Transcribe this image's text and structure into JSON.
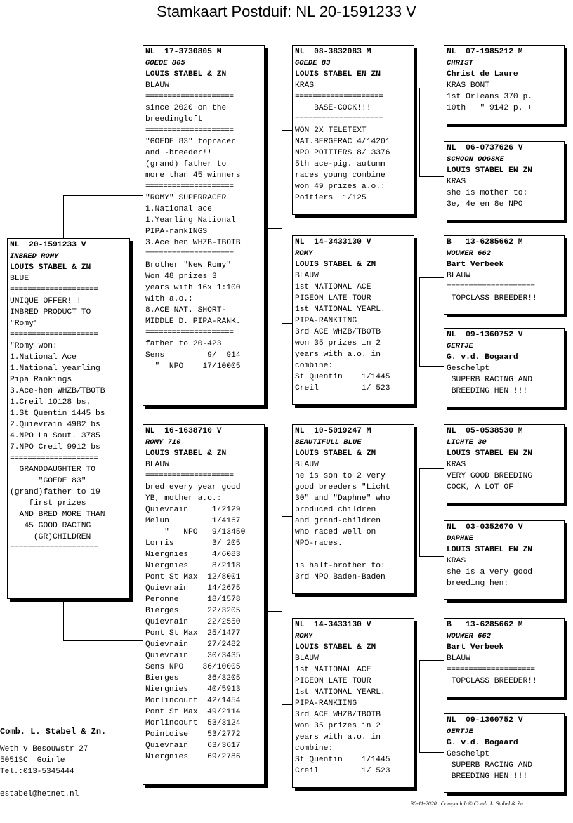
{
  "title": "Stamkaart Postduif: NL  20-1591233 V",
  "cards": {
    "subject": {
      "header": "NL  20-1591233 V",
      "name": "INBRED ROMY",
      "breeder": "LOUIS STABEL & ZN",
      "color": "BLUE",
      "lines": [
        "====================",
        "UNIQUE OFFER!!!",
        "INBRED PRODUCT TO",
        "\"Romy\"",
        "====================",
        "\"Romy won:",
        "1.National Ace",
        "1.National yearling",
        "Pipa Rankings",
        "3.Ace-hen WHZB/TBOTB",
        "1.Creil 10128 bs.",
        "1.St Quentin 1445 bs",
        "2.Quievrain 4982 bs",
        "4.NPO La Sout. 3785",
        "7.NPO Creil 9912 bs",
        "====================",
        "  GRANDDAUGHTER TO",
        "      \"GOEDE 83\"",
        "(grand)father to 19",
        "    first prizes",
        "  AND BRED MORE THAN",
        "   45 GOOD RACING",
        "     (GR)CHILDREN",
        "===================="
      ]
    },
    "father": {
      "header": "NL  17-3730805 M",
      "name": "GOEDE 805",
      "breeder": "LOUIS STABEL & ZN",
      "color": "BLAUW",
      "lines": [
        "====================",
        "since 2020 on the",
        "breedingloft",
        "====================",
        "\"GOEDE 83\" topracer",
        "and -breeder!!",
        "(grand) father to",
        "more than 45 winners",
        "====================",
        "\"ROMY\" SUPERRACER",
        "1.National ace",
        "1.Yearling National",
        "PIPA-rankINGS",
        "3.Ace hen WHZB-TBOTB",
        "====================",
        "Brother \"New Romy\"",
        "Won 48 prizes 3",
        "years with 16x 1:100",
        "with a.o.:",
        "8.ACE NAT. SHORT-",
        "MIDDLE D. PIPA-RANK.",
        "====================",
        "father to 20-423",
        "Sens         9/  914",
        "  \"  NPO    17/10005"
      ]
    },
    "mother": {
      "header": "NL  16-1638710 V",
      "name": "ROMY 710",
      "breeder": "LOUIS STABEL & ZN",
      "color": "BLAUW",
      "lines": [
        "====================",
        "bred every year good",
        "YB, mother a.o.:",
        "Quievrain     1/2129",
        "Melun         1/4167",
        "    \"   NPO   9/13450",
        "Lorris        3/ 205",
        "Niergnies     4/6083",
        "Niergnies     8/2118",
        "Pont St Max  12/8001",
        "Quievrain    14/2675",
        "Peronne      18/1578",
        "Bierges      22/3205",
        "Quievrain    22/2550",
        "Pont St Max  25/1477",
        "Quievrain    27/2482",
        "Quievrain    30/3435",
        "Sens NPO    36/10005",
        "Bierges      36/3205",
        "Niergnies    40/5913",
        "Morlincourt  42/1454",
        "Pont St Max  49/2114",
        "Morlincourt  53/3124",
        "Pointoise    53/2772",
        "Quievrain    63/3617",
        "Niergnies    69/2786"
      ]
    },
    "ff": {
      "header": "NL  08-3832083 M",
      "name": "GOEDE 83",
      "breeder": "LOUIS STABEL EN ZN",
      "color": "KRAS",
      "lines": [
        "====================",
        "    BASE-COCK!!!",
        "====================",
        "WON 2X TELETEXT",
        "NAT.BERGERAC 4/14201",
        "NPO POITIERS 8/ 3376",
        "5th ace-pig. autumn",
        "races young combine",
        "won 49 prizes a.o.:",
        "Poitiers  1/125"
      ]
    },
    "fm": {
      "header": "NL  14-3433130 V",
      "name": "ROMY",
      "breeder": "LOUIS STABEL & ZN",
      "color": "BLAUW",
      "lines": [
        "1st NATIONAL ACE",
        "PIGEON LATE TOUR",
        "1st NATIONAL YEARL.",
        "PIPA-RANKIING",
        "3rd ACE WHZB/TBOTB",
        "won 35 prizes in 2",
        "years with a.o. in",
        "combine:",
        "St Quentin    1/1445",
        "Creil         1/ 523"
      ]
    },
    "mf": {
      "header": "NL  10-5019247 M",
      "name": "BEAUTIFULL BLUE",
      "breeder": "LOUIS STABEL & ZN",
      "color": "BLAUW",
      "lines": [
        "he is son to 2 very",
        "good breeders \"Licht",
        "30\" and \"Daphne\" who",
        "produced children",
        "and grand-children",
        "who raced well on",
        "NPO-races.",
        "",
        "is half-brother to:",
        "3rd NPO Baden-Baden"
      ]
    },
    "mm": {
      "header": "NL  14-3433130 V",
      "name": "ROMY",
      "breeder": "LOUIS STABEL & ZN",
      "color": "BLAUW",
      "lines": [
        "1st NATIONAL ACE",
        "PIGEON LATE TOUR",
        "1st NATIONAL YEARL.",
        "PIPA-RANKIING",
        "3rd ACE WHZB/TBOTB",
        "won 35 prizes in 2",
        "years with a.o. in",
        "combine:",
        "St Quentin    1/1445",
        "Creil         1/ 523"
      ]
    },
    "fff": {
      "header": "NL  07-1985212 M",
      "name": "CHRIST",
      "breeder": "Christ de Laure",
      "color": "KRAS BONT",
      "lines": [
        "1st Orleans 370 p.",
        "10th   \" 9142 p. +"
      ]
    },
    "ffm": {
      "header": "NL  06-0737626 V",
      "name": "SCHOON OOGSKE",
      "breeder": "LOUIS STABEL EN ZN",
      "color": "KRAS",
      "lines": [
        "she is mother to:",
        "3e, 4e en 8e NPO"
      ]
    },
    "fmf": {
      "header": "B   13-6285662 M",
      "name": "WOUWER 662",
      "breeder": "Bart Verbeek",
      "color": "BLAUW",
      "lines": [
        "====================",
        " TOPCLASS BREEDER!!"
      ]
    },
    "fmm": {
      "header": "NL  09-1360752 V",
      "name": "GERTJE",
      "breeder": "G. v.d. Bogaard",
      "color": "Geschelpt",
      "lines": [
        " SUPERB RACING AND",
        " BREEDING HEN!!!!"
      ]
    },
    "mff": {
      "header": "NL  05-0538530 M",
      "name": "LICHTE 30",
      "breeder": "LOUIS STABEL EN ZN",
      "color": "KRAS",
      "lines": [
        "VERY GOOD BREEDING",
        "COCK, A LOT OF"
      ]
    },
    "mfm": {
      "header": "NL  03-0352670 V",
      "name": "DAPHNE",
      "breeder": "LOUIS STABEL EN ZN",
      "color": "KRAS",
      "lines": [
        "she is a very good",
        "breeding hen:"
      ]
    },
    "mmf": {
      "header": "B   13-6285662 M",
      "name": "WOUWER 662",
      "breeder": "Bart Verbeek",
      "color": "BLAUW",
      "lines": [
        "====================",
        " TOPCLASS BREEDER!!"
      ]
    },
    "mmm": {
      "header": "NL  09-1360752 V",
      "name": "GERTJE",
      "breeder": "G. v.d. Bogaard",
      "color": "Geschelpt",
      "lines": [
        " SUPERB RACING AND",
        " BREEDING HEN!!!!"
      ]
    }
  },
  "owner": {
    "name": "Comb. L. Stabel & Zn.",
    "street": "Weth v Besouwstr 27",
    "city": "5051SC  Goirle",
    "phone": "Tel.:013-5345444",
    "email": "estabel@hetnet.nl"
  },
  "footer": "30-11-2020   Compuclub © Comb. L. Stabel & Zn."
}
